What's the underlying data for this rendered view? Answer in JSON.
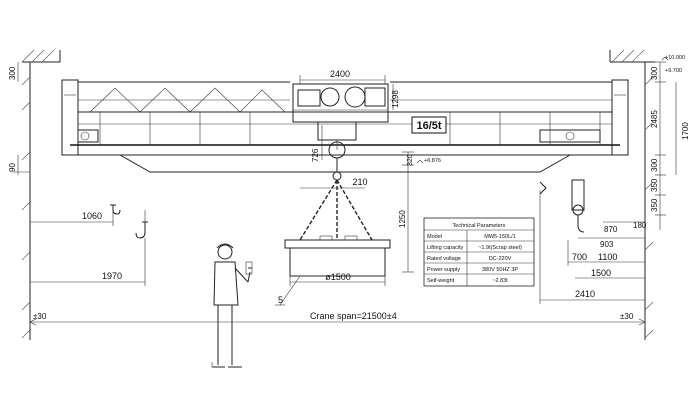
{
  "capacity_label": "16/5t",
  "span_label": "Crane span=21500±4",
  "dimensions": {
    "trolley_gauge": "2400",
    "trolley_height": "1298",
    "left_top": "300",
    "left_mid": "90",
    "right_top": "300",
    "right_2485": "2485",
    "right_1700": "1700",
    "right_300b": "300",
    "right_350a": "350",
    "right_350b": "350",
    "hook_726": "726",
    "hook_210": "210",
    "height_1250": "1250",
    "height_320": "320",
    "left_1060": "1060",
    "left_1970": "1970",
    "magnet_dia": "ø1500",
    "callout_5": "5",
    "right_700": "700",
    "right_1100": "1100",
    "right_1500": "1500",
    "right_2410": "2410",
    "right_903": "903",
    "right_870": "870",
    "right_180": "180",
    "rail_left": "±30",
    "rail_right": "±30",
    "elev_top": "+10.000",
    "elev_mid": "+9.700",
    "elev_hook": "+6.876"
  },
  "parameters": {
    "title": "Technical Parameters",
    "rows": [
      {
        "label": "Model",
        "value": "MW5-150L/1"
      },
      {
        "label": "Lifting capacity",
        "value": "~1.9t(Scrap steel)"
      },
      {
        "label": "Rated voltage",
        "value": "DC-220V"
      },
      {
        "label": "Power supply",
        "value": "380V 50HZ 3P"
      },
      {
        "label": "Self-weight",
        "value": "~2.83t"
      }
    ]
  }
}
